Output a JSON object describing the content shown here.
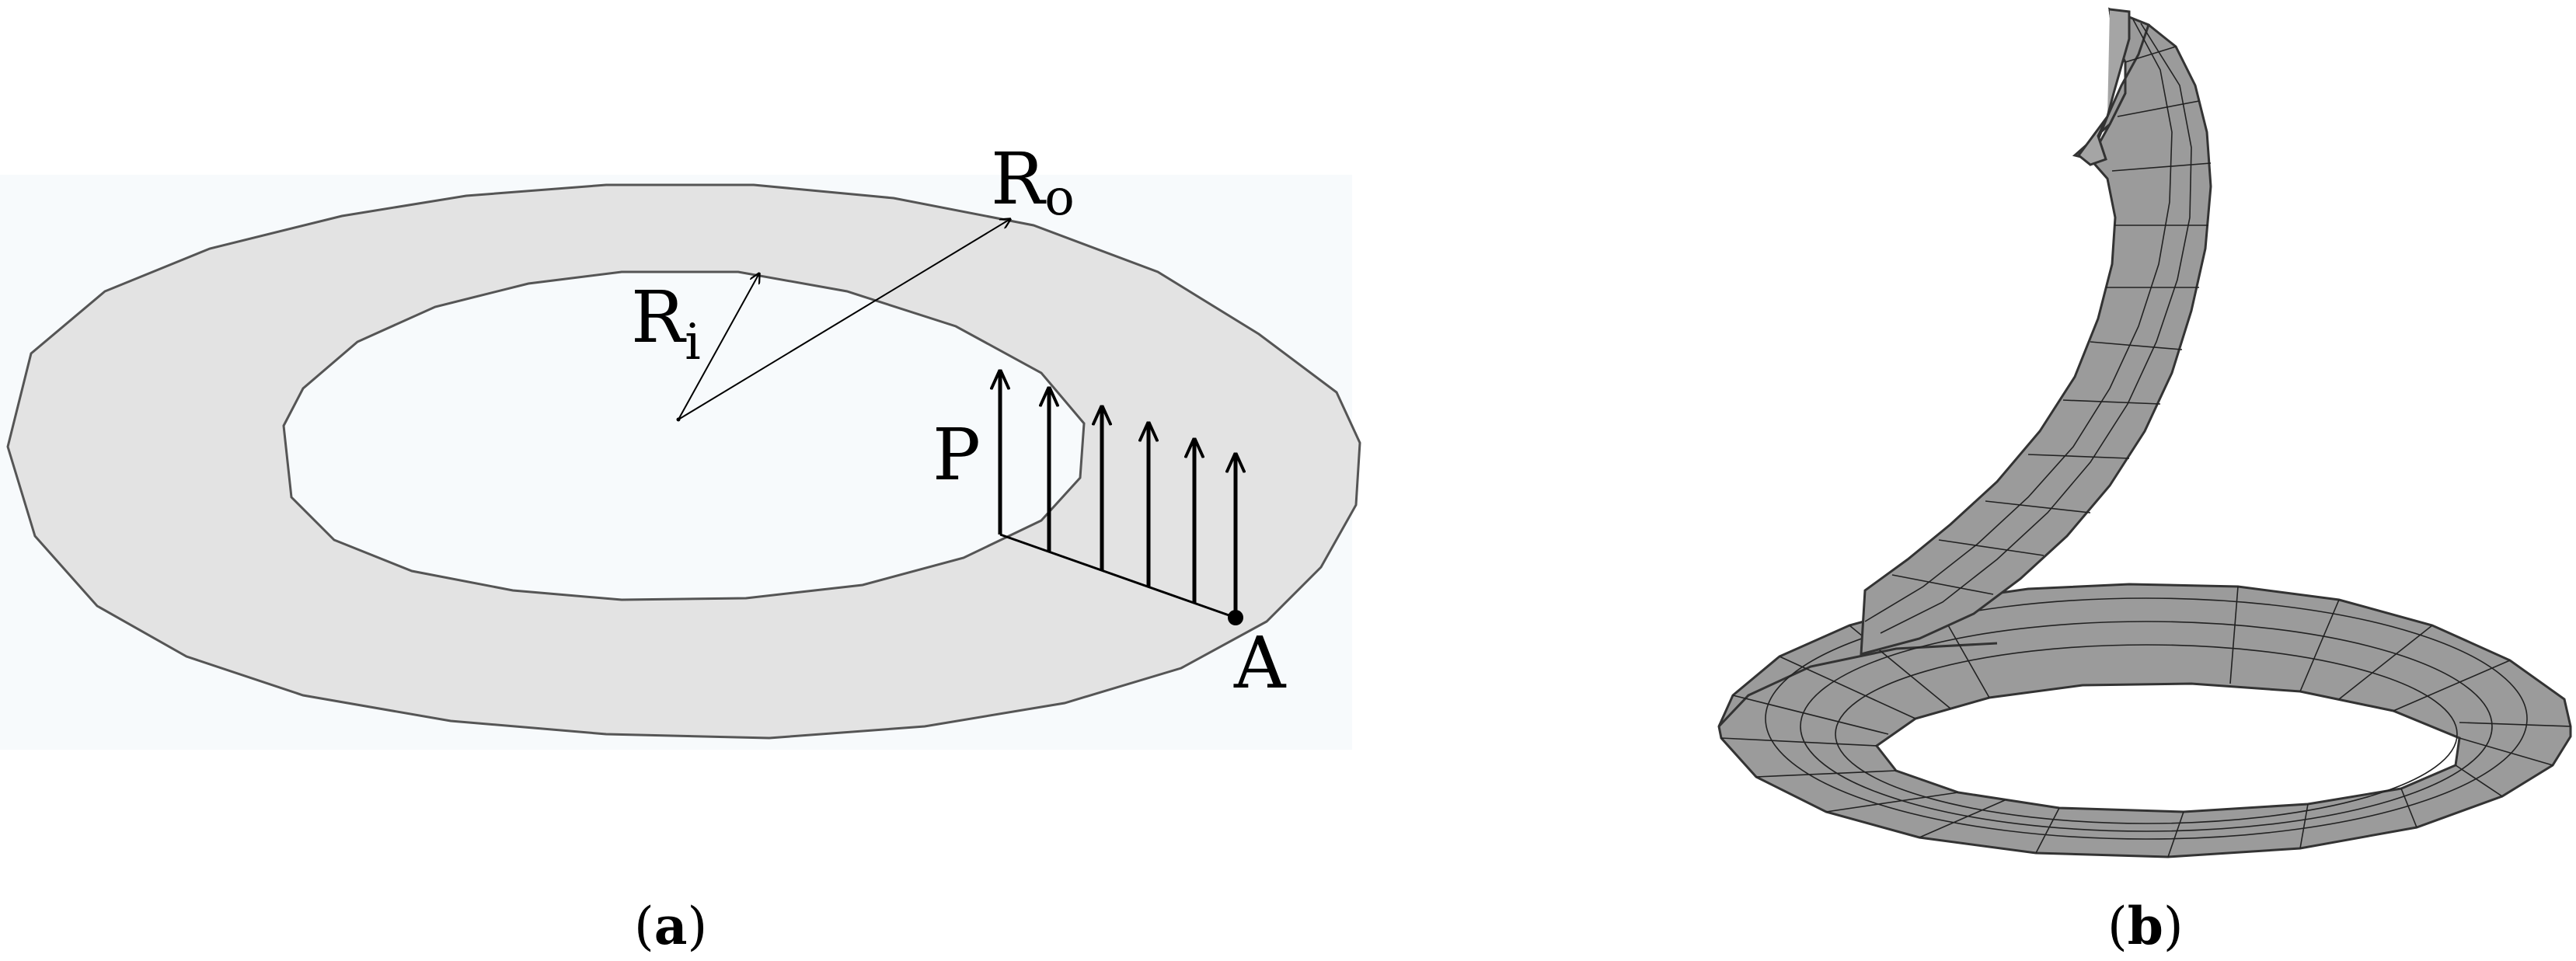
{
  "panel_a": {
    "label_outer_radius": "R",
    "label_outer_radius_sub": "o",
    "label_inner_radius": "R",
    "label_inner_radius_sub": "i",
    "label_load": "P",
    "label_point": "A",
    "caption_open": "(",
    "caption_letter": "a",
    "caption_close": ")"
  },
  "panel_b": {
    "caption_open": "(",
    "caption_letter": "b",
    "caption_close": ")"
  },
  "colors": {
    "plate_fill": "#e3e3e3",
    "mesh_fill": "#9b9b9b",
    "line": "#000000"
  }
}
